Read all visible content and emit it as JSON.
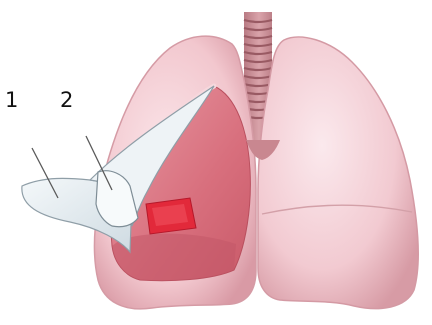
{
  "diagram": {
    "callouts": [
      {
        "number": "1",
        "target": "outer-pleura-flap"
      },
      {
        "number": "2",
        "target": "inner-pleura-flap"
      }
    ],
    "colors": {
      "lung_outer": "#f1c6cd",
      "lung_surface": "#f7dbe0",
      "lung_cut_interior": "#dc7a86",
      "lung_cut_deep": "#c74a5a",
      "lesion": "#e2293a",
      "pleura_flap": "#e6eef3",
      "trachea": "#c4868e",
      "trachea_ring": "#a2636c",
      "pointer_line": "#5a5a5a"
    }
  }
}
